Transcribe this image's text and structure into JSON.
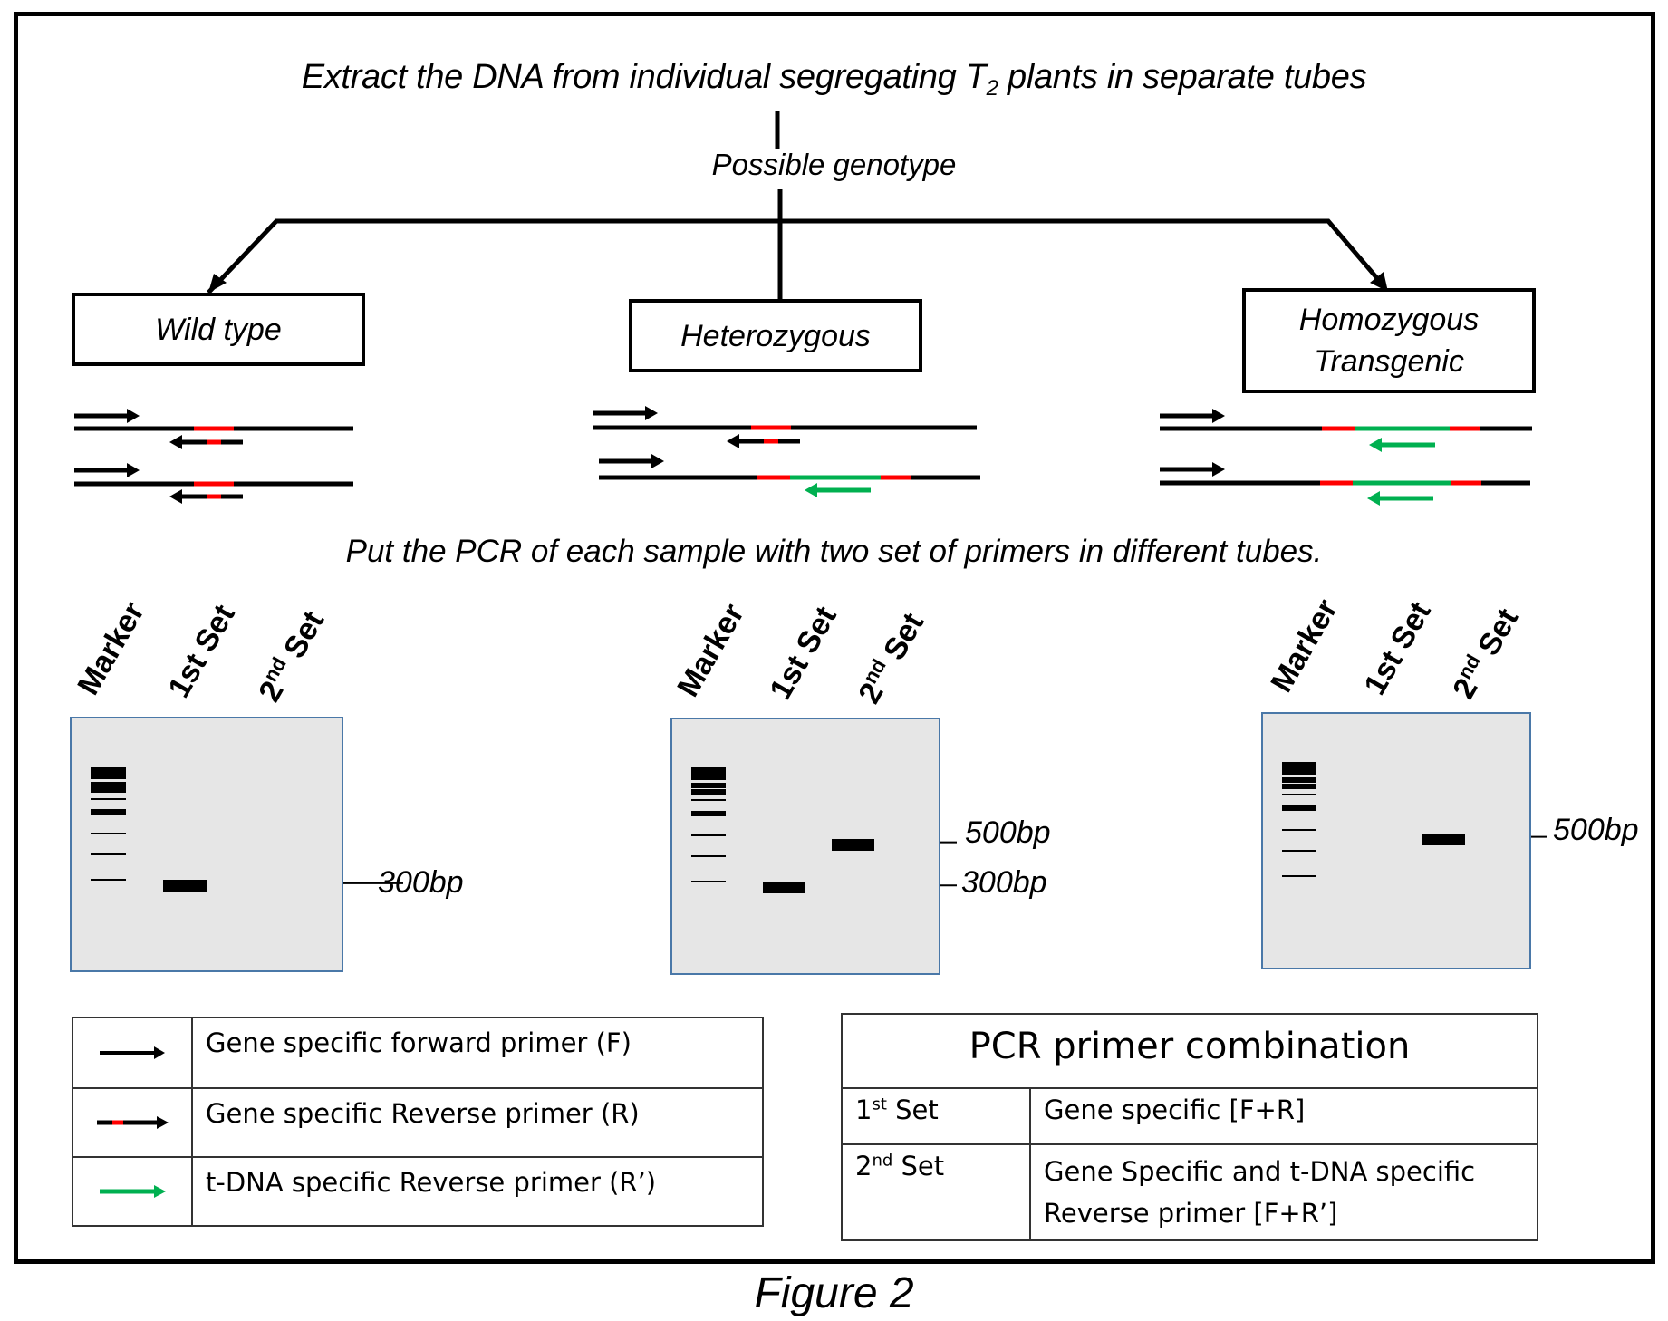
{
  "figure": {
    "title_main": "Extract the DNA from individual segregating T",
    "title_sub": "2",
    "title_tail": " plants in separate tubes",
    "subtitle": "Possible genotype",
    "instruction": "Put the PCR of each sample with two set of primers in different tubes.",
    "caption_fragment": "Figure 2"
  },
  "genotypes": [
    {
      "name": "Wild type",
      "lines": [
        "Wild type"
      ],
      "insert_on_allele": [
        false,
        false
      ]
    },
    {
      "name": "Heterozygous",
      "lines": [
        "Heterozygous"
      ],
      "insert_on_allele": [
        false,
        true
      ]
    },
    {
      "name": "Homozygous Transgenic",
      "lines": [
        "Homozygous",
        "Transgenic"
      ],
      "insert_on_allele": [
        true,
        true
      ]
    }
  ],
  "gel_lanes": {
    "marker": "Marker",
    "set1_num": "1st",
    "set1_word": " Set",
    "set2_num": "2",
    "set2_sup": "nd",
    "set2_word": " Set"
  },
  "gels": [
    {
      "genotype": "Wild type",
      "bands": [
        {
          "lane": "1st Set",
          "label": "300bp",
          "size_bp": 300
        }
      ]
    },
    {
      "genotype": "Heterozygous",
      "bands": [
        {
          "lane": "2nd Set",
          "label": "500bp",
          "size_bp": 500
        },
        {
          "lane": "1st Set",
          "label": "300bp",
          "size_bp": 300
        }
      ]
    },
    {
      "genotype": "Homozygous Transgenic",
      "bands": [
        {
          "lane": "2nd Set",
          "label": "500bp",
          "size_bp": 500
        }
      ]
    }
  ],
  "legend": [
    {
      "icon": "black-arrow-icon",
      "text": "Gene specific forward primer (F)",
      "color": "#000000"
    },
    {
      "icon": "black-red-arrow-icon",
      "text": "Gene specific Reverse primer (R)",
      "color": "#ff0000"
    },
    {
      "icon": "green-arrow-icon",
      "text": "t-DNA specific Reverse primer (R’)",
      "color": "#00b050"
    }
  ],
  "combination_table": {
    "title": "PCR primer combination",
    "rows": [
      {
        "set_num": "1",
        "set_sup": "st",
        "set_word": " Set",
        "primers": "Gene specific [F+R]"
      },
      {
        "set_num": "2",
        "set_sup": "nd",
        "set_word": " Set",
        "primers_line1": "Gene Specific  and t-DNA specific",
        "primers_line2": "Reverse primer [F+R’]"
      }
    ]
  },
  "colors": {
    "gene": "#000000",
    "primer_site": "#ff0000",
    "tdna": "#00b050",
    "gel_bg": "#e6e6e6",
    "gel_border": "#4a78a8"
  }
}
